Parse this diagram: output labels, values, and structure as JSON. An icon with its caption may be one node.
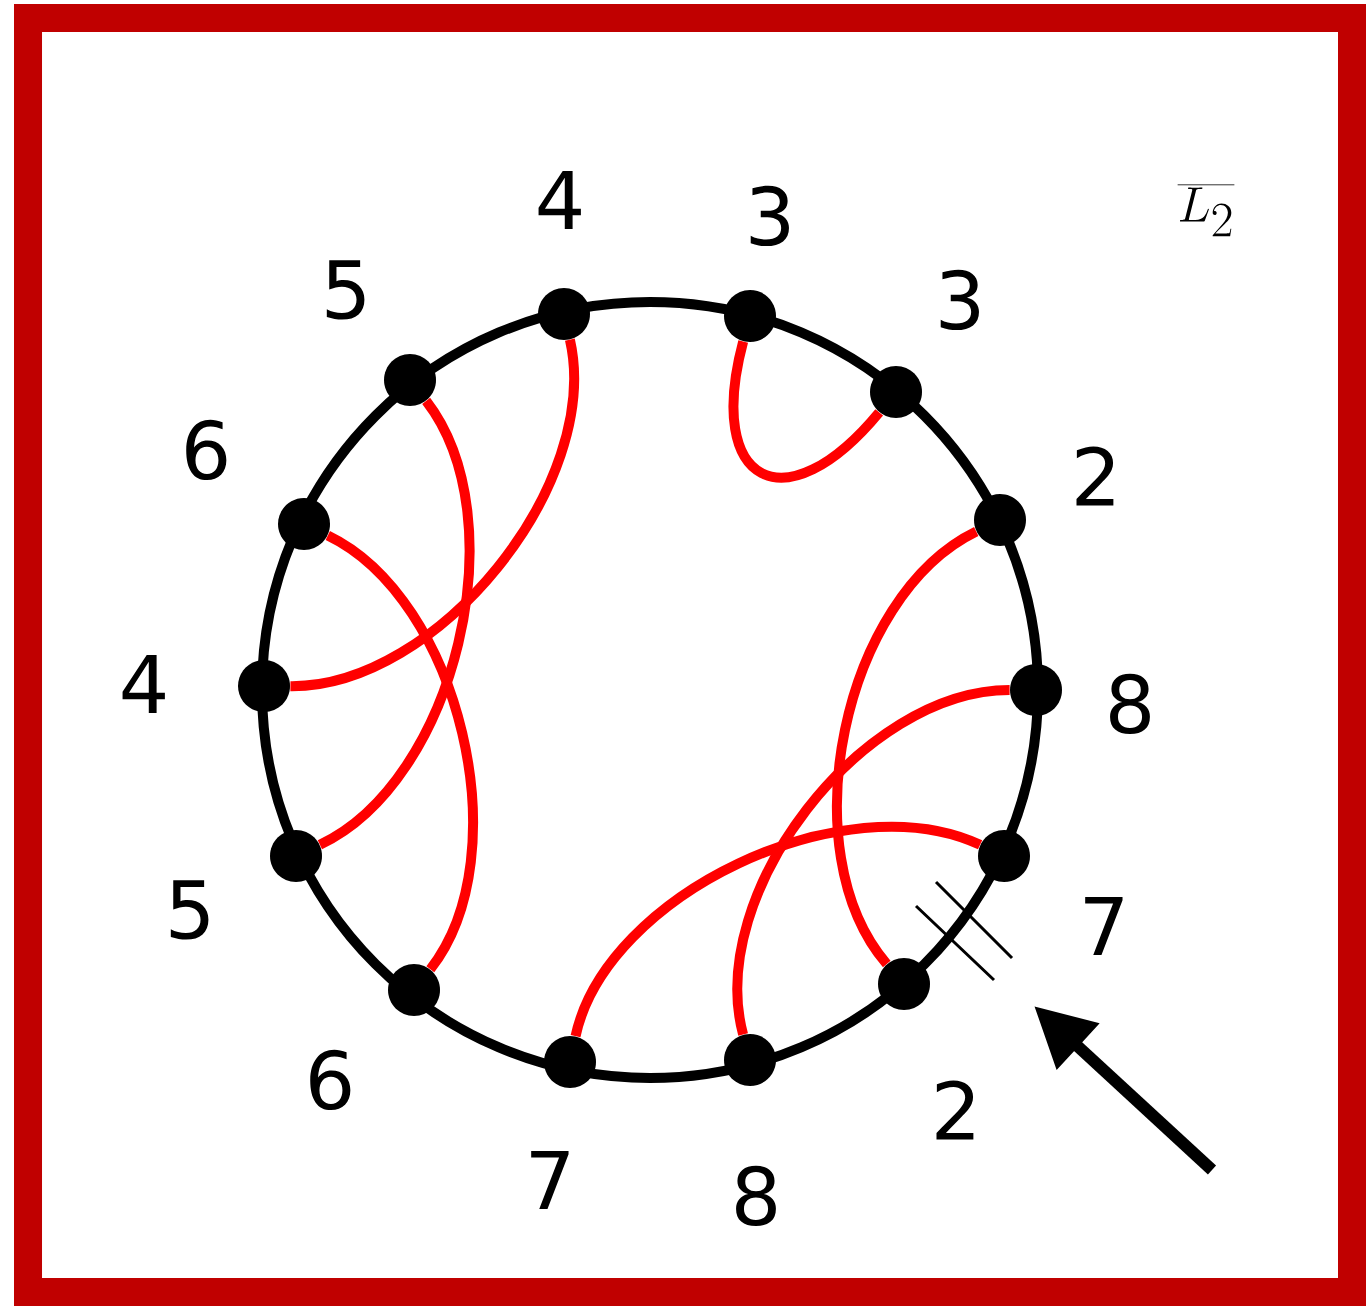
{
  "diagram": {
    "title": "\\overline{L_2}",
    "nodes": [
      {
        "text": [],
        "shape": "circle",
        "beside": [
          "4"
        ]
      },
      {
        "text": [],
        "shape": "circle",
        "beside": [
          "3"
        ]
      },
      {
        "text": [],
        "shape": "circle",
        "beside": [
          "3"
        ]
      },
      {
        "text": [],
        "shape": "circle",
        "beside": [
          "2"
        ]
      },
      {
        "text": [],
        "shape": "circle",
        "beside": [
          "8"
        ]
      },
      {
        "text": [],
        "shape": "circle",
        "beside": [
          "7"
        ]
      },
      {
        "text": [],
        "shape": "circle",
        "beside": [
          "2"
        ]
      },
      {
        "text": [],
        "shape": "circle",
        "beside": [
          "8"
        ]
      },
      {
        "text": [],
        "shape": "circle",
        "beside": [
          "7"
        ]
      },
      {
        "text": [],
        "shape": "circle",
        "beside": [
          "6"
        ]
      },
      {
        "text": [],
        "shape": "circle",
        "beside": [
          "5"
        ]
      },
      {
        "text": [],
        "shape": "circle",
        "beside": [
          "4"
        ]
      },
      {
        "text": [],
        "shape": "circle",
        "beside": [
          "6"
        ]
      },
      {
        "text": [],
        "shape": "circle",
        "beside": [
          "5"
        ]
      }
    ],
    "edges": [
      {
        "from": 0,
        "to": 11,
        "arrow": "none"
      },
      {
        "from": 1,
        "to": 2,
        "arrow": "none"
      },
      {
        "from": 3,
        "to": 6,
        "arrow": "none"
      },
      {
        "from": 4,
        "to": 7,
        "arrow": "none"
      },
      {
        "from": 5,
        "to": 8,
        "arrow": "none"
      },
      {
        "from": 9,
        "to": 12,
        "arrow": "none"
      },
      {
        "from": 10,
        "to": 13,
        "arrow": "none"
      }
    ]
  }
}
